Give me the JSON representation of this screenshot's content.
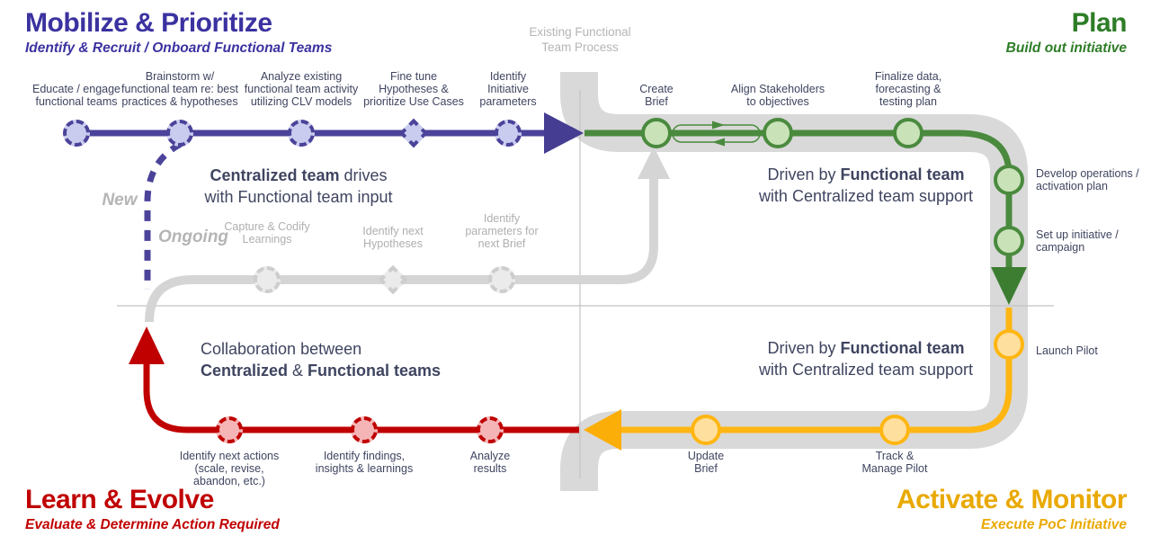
{
  "colors": {
    "purple_title": "#3B32A0",
    "purple_line": "#4B4399",
    "purple_node_fill": "#C9CCEE",
    "green_title": "#2E7D27",
    "green_line": "#4A8A3E",
    "green_arrow": "#3D7D32",
    "green_node_fill": "#C9E2B8",
    "red": "#C00000",
    "red_node_fill": "#F5B5B7",
    "gold_title": "#E9A900",
    "gold_line": "#FFB612",
    "gold_node_fill": "#FFDF9E",
    "gray_band": "#D9D9D9",
    "gray_text": "#AFAFAF",
    "navy_text": "#3F4560"
  },
  "corners": {
    "top_left": {
      "title": "Mobilize & Prioritize",
      "subtitle": "Identify & Recruit / Onboard Functional Teams"
    },
    "top_right": {
      "title": "Plan",
      "subtitle": "Build out initiative"
    },
    "bottom_left": {
      "title": "Learn & Evolve",
      "subtitle": "Evaluate & Determine Action Required"
    },
    "bottom_right": {
      "title": "Activate & Monitor",
      "subtitle": "Execute PoC Initiative"
    }
  },
  "captions": {
    "existing_process": "Existing Functional\nTeam Process",
    "new_label": "New",
    "ongoing_label": "Ongoing",
    "tl": {
      "bold": "Centralized team",
      "rest": " drives",
      "line2": "with Functional team input"
    },
    "tr": {
      "pre": "Driven by ",
      "bold": "Functional team",
      "line2": "with Centralized team support"
    },
    "bl": {
      "line1": "Collaboration between",
      "bold1": "Centralized",
      "mid": " & ",
      "bold2": "Functional teams"
    },
    "br": {
      "pre": "Driven by ",
      "bold": "Functional team",
      "line2": "with Centralized team support"
    }
  },
  "stages": {
    "mobilize": {
      "nodes": [
        "Educate / engage\nfunctional teams",
        "Brainstorm w/\nfunctional team re: best\npractices & hypotheses",
        "Analyze existing\nfunctional team activity\nutilizing CLV models",
        "Fine tune\nHypotheses &\nprioritize Use Cases",
        "Identify\nInitiative\nparameters"
      ]
    },
    "ongoing": {
      "nodes": [
        "Capture & Codify\nLearnings",
        "Identify next\nHypotheses",
        "Identify\nparameters for\nnext Brief"
      ]
    },
    "plan": {
      "nodes": [
        "Create\nBrief",
        "Align Stakeholders\nto objectives",
        "Finalize data,\nforecasting &\ntesting plan",
        "Develop operations /\nactivation plan",
        "Set up initiative /\ncampaign"
      ]
    },
    "activate": {
      "nodes": [
        "Launch Pilot",
        "Track &\nManage Pilot",
        "Update\nBrief"
      ]
    },
    "learn": {
      "nodes": [
        "Identify next actions\n(scale, revise,\nabandon, etc.)",
        "Identify findings,\ninsights & learnings",
        "Analyze\nresults"
      ]
    }
  }
}
